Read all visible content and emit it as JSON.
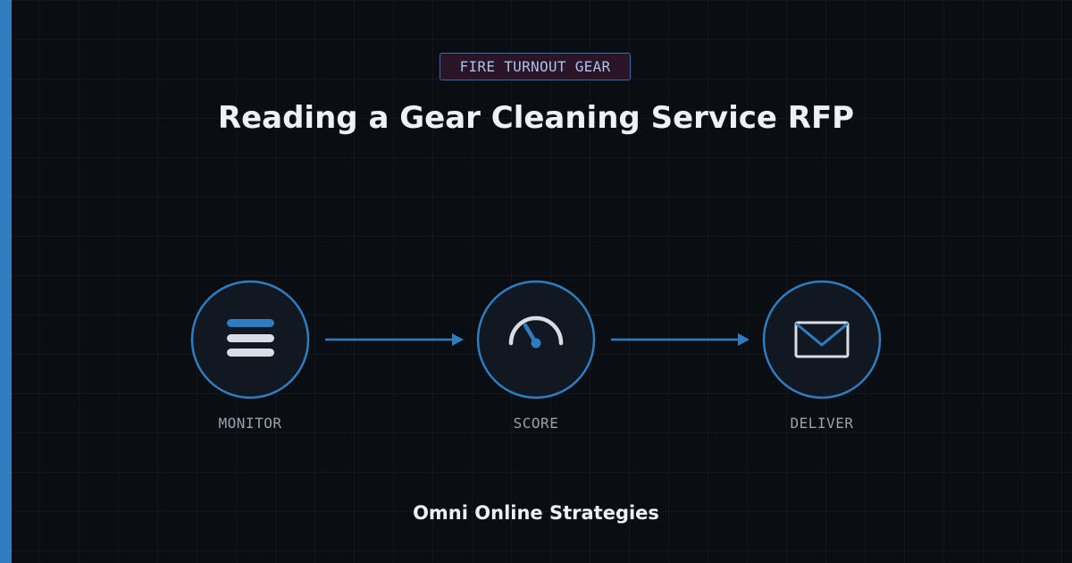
{
  "tag": {
    "label": "FIRE TURNOUT GEAR"
  },
  "title": "Reading a Gear Cleaning Service RFP",
  "steps": [
    {
      "label": "MONITOR",
      "icon": "list-lines-icon"
    },
    {
      "label": "SCORE",
      "icon": "gauge-icon"
    },
    {
      "label": "DELIVER",
      "icon": "envelope-icon"
    }
  ],
  "footer": {
    "brand": "Omni Online Strategies"
  },
  "colors": {
    "accent": "#2f7dc1",
    "background": "#0a0d12",
    "circle_fill": "#111822",
    "icon_light": "#d9dde3",
    "tag_background": "#2a1428"
  }
}
